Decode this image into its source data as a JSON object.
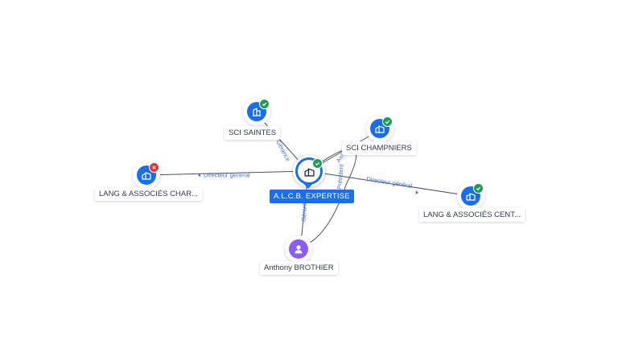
{
  "center": {
    "name": "A.L.C.B. EXPERTISE"
  },
  "nodes": {
    "sci_saintes": {
      "name": "SCI SAINTES",
      "status": "active"
    },
    "sci_champniers": {
      "name": "SCI CHAMPNIERS",
      "status": "active"
    },
    "lang_char": {
      "name": "LANG & ASSOCIÉS CHAR...",
      "status": "closed"
    },
    "lang_cent": {
      "name": "LANG & ASSOCIÉS CENT...",
      "status": "active"
    },
    "anthony": {
      "name": "Anthony BROTHIER",
      "type": "person"
    }
  },
  "edges": {
    "e_saintes": "Gérance",
    "e_champniers": "Associé",
    "e_lang_char": "Directeur général",
    "e_lang_cent": "Directeur général",
    "e_anthony_1": "Gérant",
    "e_anthony_2": "Président"
  },
  "colors": {
    "accent": "#1a6fe6",
    "active": "#1e9e55",
    "closed": "#e0343f",
    "person": "#8b5cf6",
    "edge": "#4a6fd0"
  },
  "icons": {
    "company": "building-icon",
    "person": "user-icon",
    "active": "check-icon",
    "closed": "cross-icon"
  }
}
